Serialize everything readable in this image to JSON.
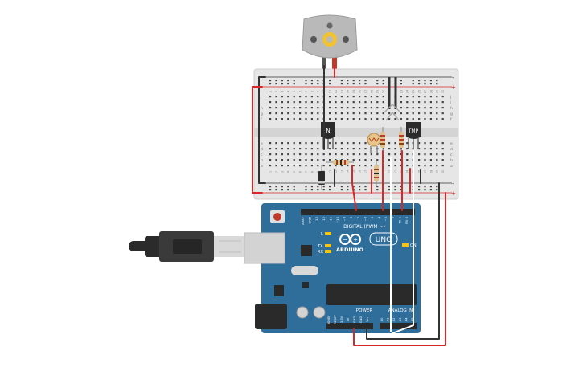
{
  "breadboard": {
    "plus": "+",
    "minus": "-",
    "row_letters_top": [
      "j",
      "i",
      "h",
      "g",
      "f"
    ],
    "row_letters_bottom": [
      "e",
      "d",
      "c",
      "b",
      "a"
    ],
    "column_numbers": [
      "1",
      "2",
      "3",
      "4",
      "5",
      "6",
      "7",
      "8",
      "9",
      "10",
      "11",
      "12",
      "13",
      "14",
      "15",
      "16",
      "17",
      "18",
      "19",
      "20",
      "21",
      "22",
      "23",
      "24",
      "25",
      "26",
      "27",
      "28",
      "29",
      "30"
    ]
  },
  "components": {
    "transistor_label": "N",
    "temp_sensor_label": "TMP"
  },
  "arduino": {
    "brand": "ARDUINO",
    "model": "UNO",
    "digital_label": "DIGITAL (PWM ~)",
    "power_label": "POWER",
    "analog_label": "ANALOG IN",
    "led_l": "L",
    "led_tx": "TX",
    "led_rx": "RX",
    "on_label": "ON",
    "digital_pins": [
      "AREF",
      "GND",
      "13",
      "12",
      "~11",
      "~10",
      "~9",
      "8",
      "7",
      "~6",
      "~5",
      "4",
      "~3",
      "2",
      "TX 1",
      "RX 0"
    ],
    "power_pins": [
      "IOREF",
      "RESET",
      "3.3V",
      "5V",
      "GND",
      "GND",
      "Vin"
    ],
    "analog_pins": [
      "A0",
      "A1",
      "A2",
      "A3",
      "A4",
      "A5"
    ]
  },
  "colors": {
    "board_blue": "#2f6e9b",
    "breadboard": "#e6e6e6",
    "wire_red": "#d62828",
    "wire_black": "#333333",
    "wire_white": "#ffffff"
  }
}
